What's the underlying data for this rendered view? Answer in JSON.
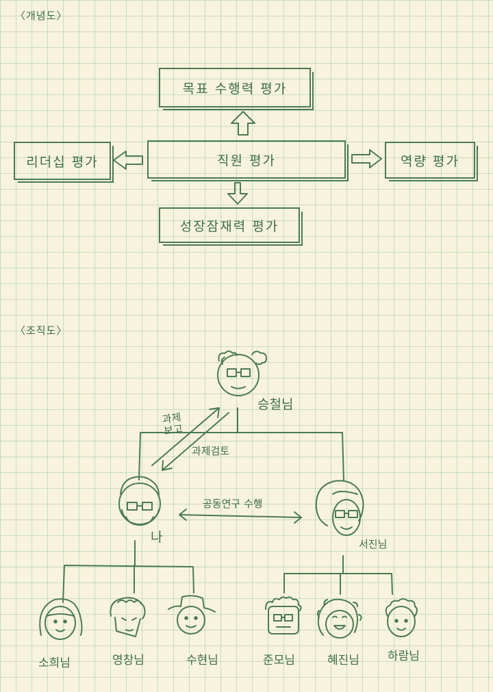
{
  "concept_map": {
    "title": "〈개념도〉",
    "center": "직원 평가",
    "top": "목표 수행력 평가",
    "left": "리더십 평가",
    "right": "역량 평가",
    "bottom": "성장잠재력 평가"
  },
  "org_chart": {
    "title": "〈조직도〉",
    "top_person": "승철님",
    "me": "나",
    "peer": "서진님",
    "report_label": "과제 보고",
    "review_label": "과제검토",
    "collab_label": "공동연구 수행",
    "my_team": [
      "소희님",
      "영창님",
      "수현님"
    ],
    "peer_team": [
      "준모님",
      "혜진님",
      "하람님"
    ]
  }
}
